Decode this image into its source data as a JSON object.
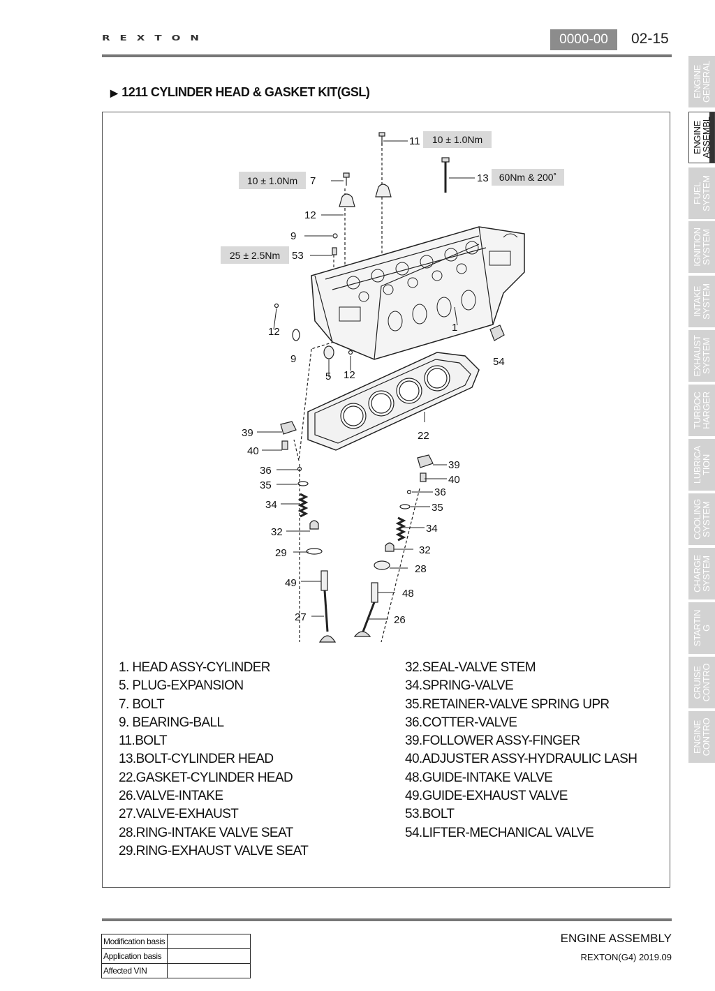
{
  "header": {
    "brand": "REXTON",
    "code": "0000-00",
    "page": "02-15"
  },
  "section": {
    "title": "1211 CYLINDER HEAD & GASKET KIT(GSL)"
  },
  "diagram": {
    "torque_labels": {
      "t11": "10 ± 1.0Nm",
      "t7": "10 ± 1.0Nm",
      "t13": "60Nm & 200˚",
      "t53": "25 ± 2.5Nm"
    },
    "callouts": {
      "c11": "11",
      "c7": "7",
      "c13": "13",
      "c12a": "12",
      "c9a": "9",
      "c53": "53",
      "c12b": "12",
      "c1": "1",
      "c9b": "9",
      "c5": "5",
      "c12c": "12",
      "c54": "54",
      "c22": "22",
      "c39a": "39",
      "c40a": "40",
      "c36a": "36",
      "c35a": "35",
      "c34a": "34",
      "c32a": "32",
      "c29": "29",
      "c49": "49",
      "c27": "27",
      "c39b": "39",
      "c40b": "40",
      "c36b": "36",
      "c35b": "35",
      "c34b": "34",
      "c32b": "32",
      "c28": "28",
      "c48": "48",
      "c26": "26"
    }
  },
  "parts_left": [
    " 1. HEAD ASSY-CYLINDER",
    " 5. PLUG-EXPANSION",
    " 7. BOLT",
    " 9. BEARING-BALL",
    "11.BOLT",
    "13.BOLT-CYLINDER HEAD",
    "22.GASKET-CYLINDER HEAD",
    "26.VALVE-INTAKE",
    "27.VALVE-EXHAUST",
    "28.RING-INTAKE VALVE SEAT",
    "29.RING-EXHAUST VALVE SEAT"
  ],
  "parts_right": [
    "32.SEAL-VALVE STEM",
    "34.SPRING-VALVE",
    "35.RETAINER-VALVE SPRING UPR",
    "36.COTTER-VALVE",
    "39.FOLLOWER ASSY-FINGER",
    "40.ADJUSTER ASSY-HYDRAULIC LASH",
    "48.GUIDE-INTAKE VALVE",
    "49.GUIDE-EXHAUST VALVE",
    "53.BOLT",
    "54.LIFTER-MECHANICAL VALVE"
  ],
  "footer": {
    "modification_label": "Modification basis",
    "application_label": "Application basis",
    "vin_label": "Affected VIN",
    "modification_value": "",
    "application_value": "",
    "vin_value": "",
    "section_name": "ENGINE ASSEMBLY",
    "model_year": "REXTON(G4) 2019.09"
  },
  "side_tabs": [
    {
      "line1": "ENGINE",
      "line2": "GENERAL",
      "active": false
    },
    {
      "line1": "ENGINE",
      "line2": "ASSEMBL",
      "active": true
    },
    {
      "line1": "FUEL",
      "line2": "SYSTEM",
      "active": false
    },
    {
      "line1": "IGNITION",
      "line2": "SYSTEM",
      "active": false
    },
    {
      "line1": "INTAKE",
      "line2": "SYSTEM",
      "active": false
    },
    {
      "line1": "EXHAUST",
      "line2": "SYSTEM",
      "active": false
    },
    {
      "line1": "TURBOC",
      "line2": "HARGER",
      "active": false
    },
    {
      "line1": "LUBRICA",
      "line2": "TION",
      "active": false
    },
    {
      "line1": "COOLING",
      "line2": "SYSTEM",
      "active": false
    },
    {
      "line1": "CHARGE",
      "line2": "SYSTEM",
      "active": false
    },
    {
      "line1": "STARTIN",
      "line2": "G",
      "active": false
    },
    {
      "line1": "CRUISE",
      "line2": "CONTRO",
      "active": false
    },
    {
      "line1": "ENGINE",
      "line2": "CONTRO",
      "active": false
    }
  ]
}
